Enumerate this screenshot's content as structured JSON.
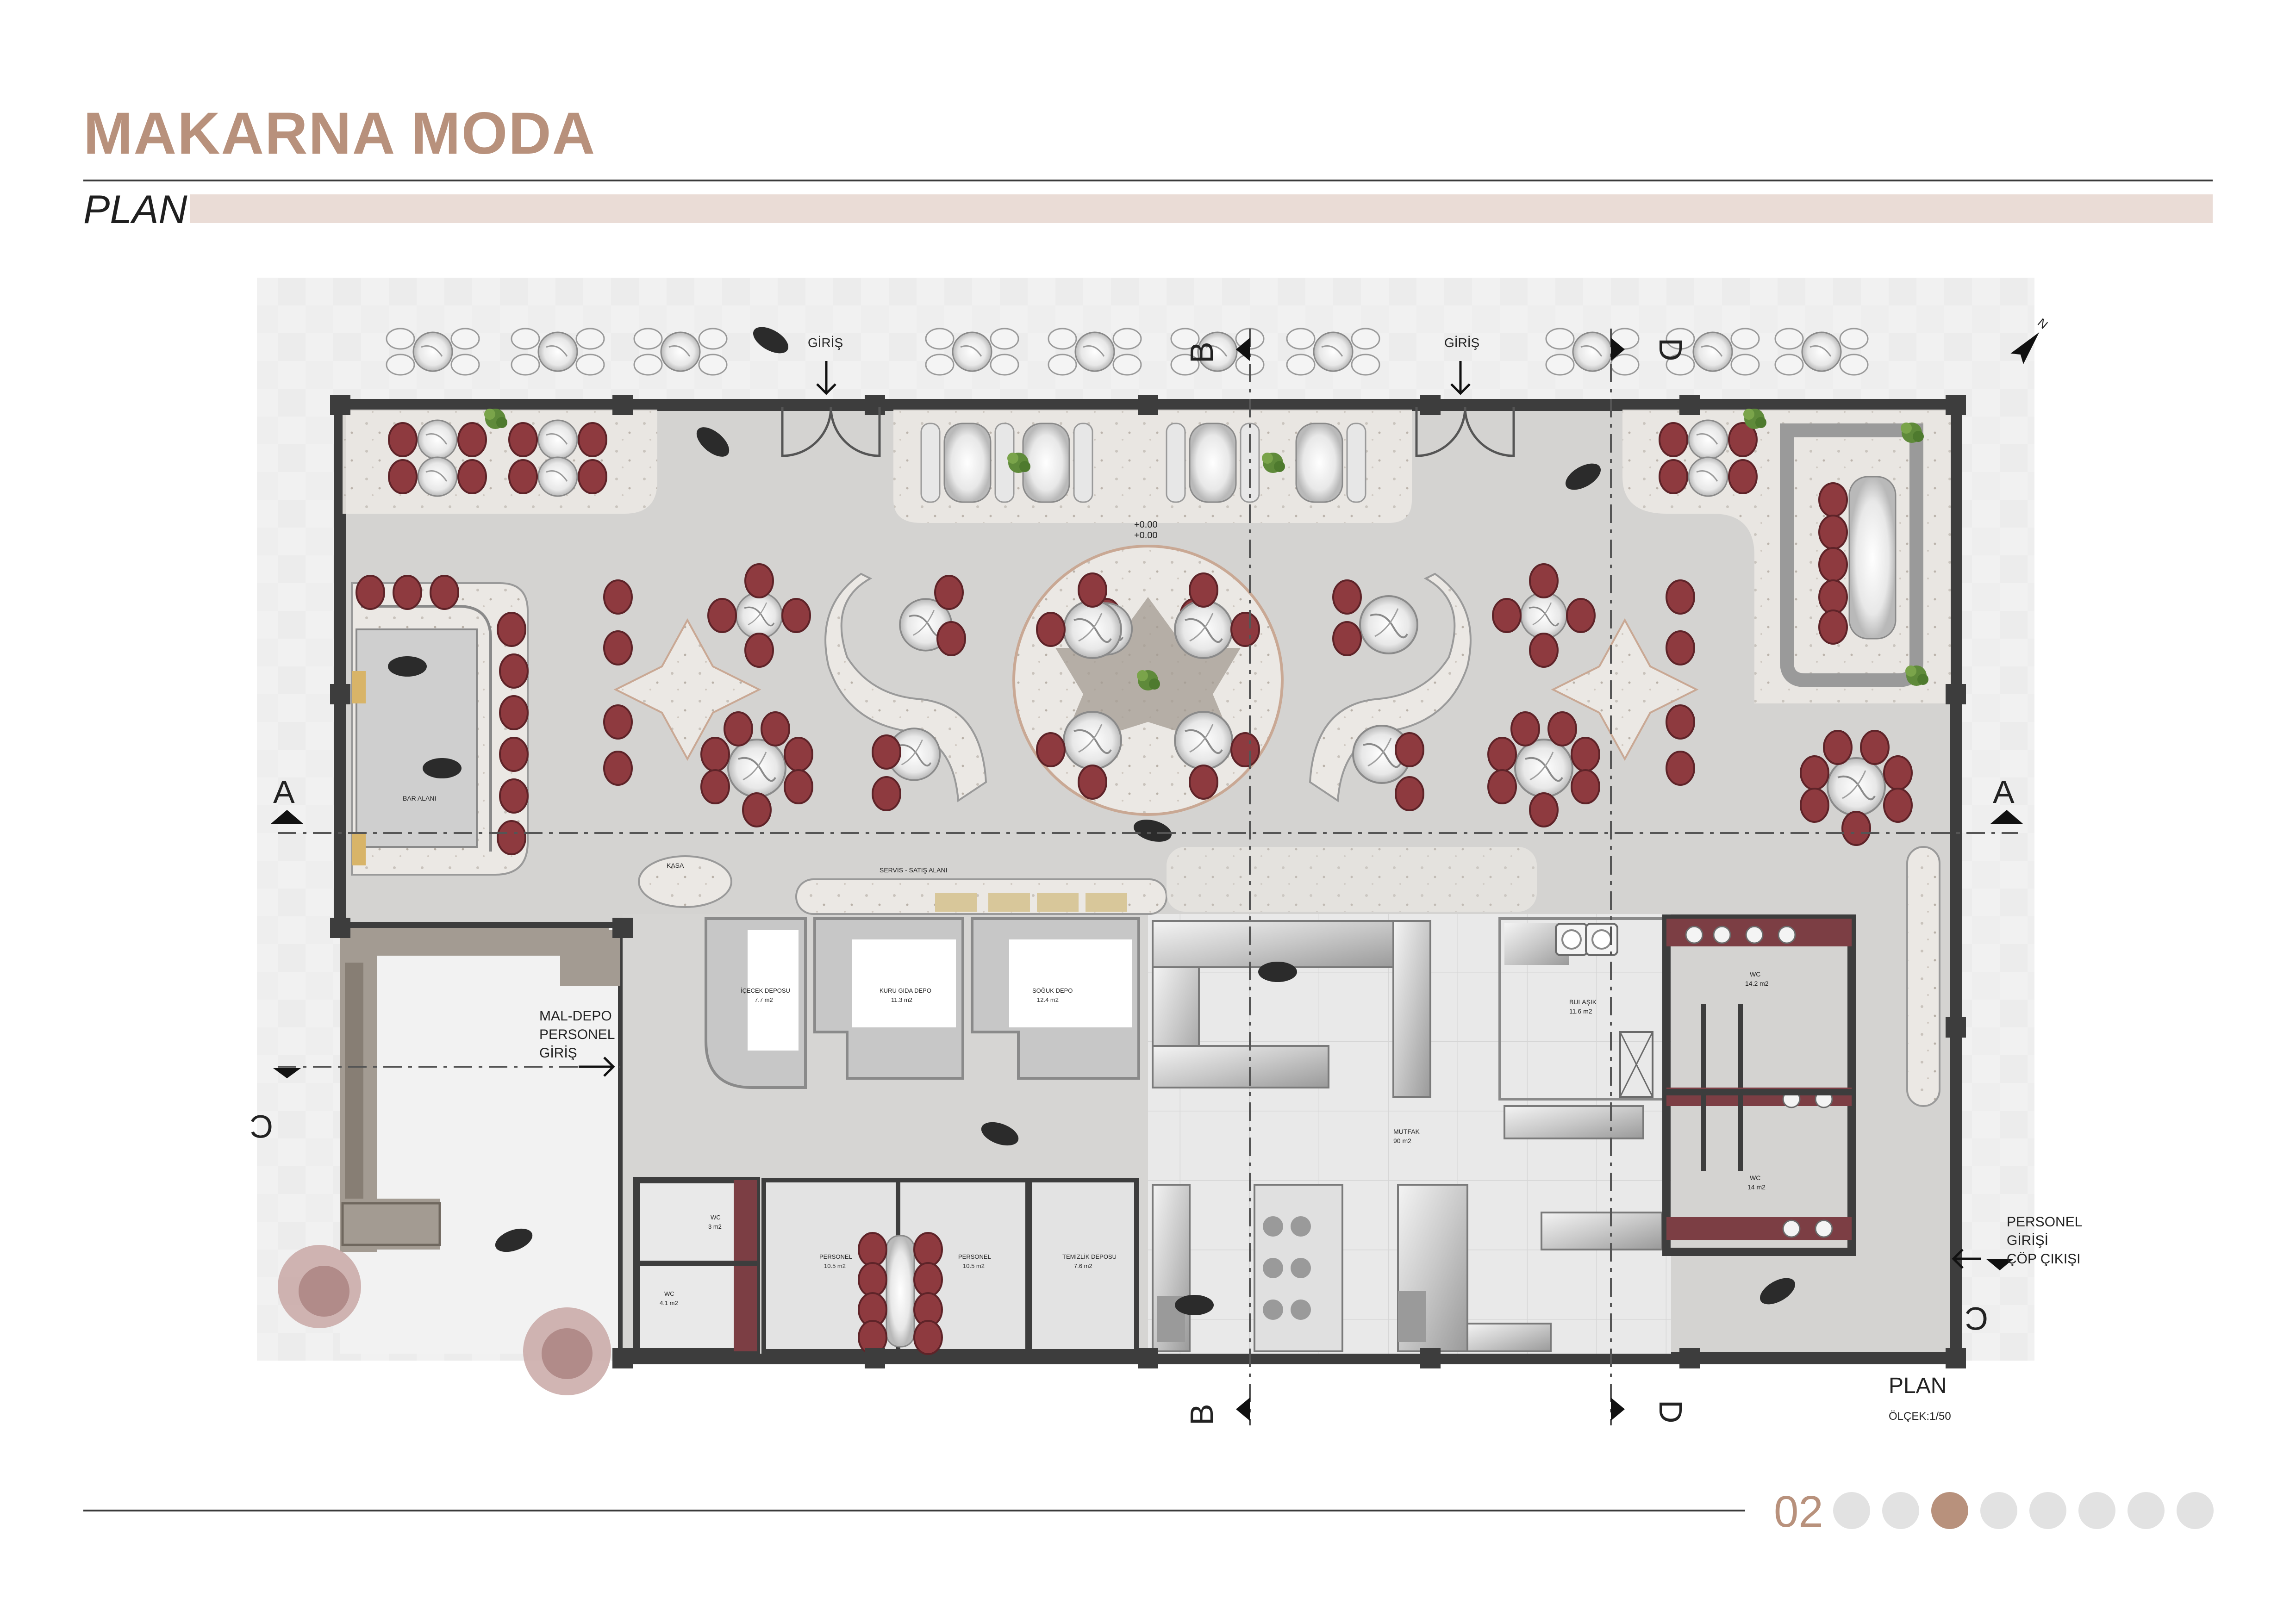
{
  "header": {
    "title": "MAKARNA MODA",
    "subtitle": "PLAN"
  },
  "plan": {
    "entrance_left": "GİRİŞ",
    "entrance_right": "GİRİŞ",
    "level_1": "+0.00",
    "level_2": "+0.00",
    "bar_area": "BAR ALANI",
    "cashier": "KASA",
    "service_sales": "SERVİS - SATIŞ ALANI",
    "drink_storage": "İÇECEK DEPOSU",
    "drink_storage_area": "7.7 m2",
    "dry_food_storage": "KURU GIDA DEPO",
    "dry_food_storage_area": "11.3 m2",
    "cold_storage": "SOĞUK DEPO",
    "cold_storage_area": "12.4 m2",
    "kitchen": "MUTFAK",
    "kitchen_area": "90 m2",
    "dishwash": "BULAŞIK",
    "dishwash_area": "11.6 m2",
    "wc_top": "WC",
    "wc_top_area": "14.2 m2",
    "wc_bottom": "WC",
    "wc_bottom_area": "14 m2",
    "wc_small_1": "WC",
    "wc_small_1_area": "3 m2",
    "wc_small_2": "WC",
    "wc_small_2_area": "4.1 m2",
    "personnel_1": "PERSONEL",
    "personnel_1_area": "10.5 m2",
    "personnel_2": "PERSONEL",
    "personnel_2_area": "10.5 m2",
    "cleaning_storage": "TEMİZLİK DEPOSU",
    "cleaning_storage_area": "7.6 m2",
    "goods_entry_line1": "MAL-DEPO",
    "goods_entry_line2": "PERSONEL",
    "goods_entry_line3": "GİRİŞ",
    "staff_entry_line1": "PERSONEL",
    "staff_entry_line2": "GİRİŞİ",
    "staff_entry_line3": "ÇÖP ÇIKIŞI",
    "section_a": "A",
    "section_b": "B",
    "section_c": "C",
    "section_d": "D",
    "north": "N",
    "plan_label": "PLAN",
    "scale": "ÖLÇEK:1/50"
  },
  "footer": {
    "page": "02",
    "total_dots": 8,
    "active_dot": 3
  },
  "colors": {
    "accent": "#b8917c",
    "chair": "#8e3a3f",
    "floor": "#d4d3d1",
    "wall": "#3d3d3d",
    "band": "#eadcd6"
  }
}
